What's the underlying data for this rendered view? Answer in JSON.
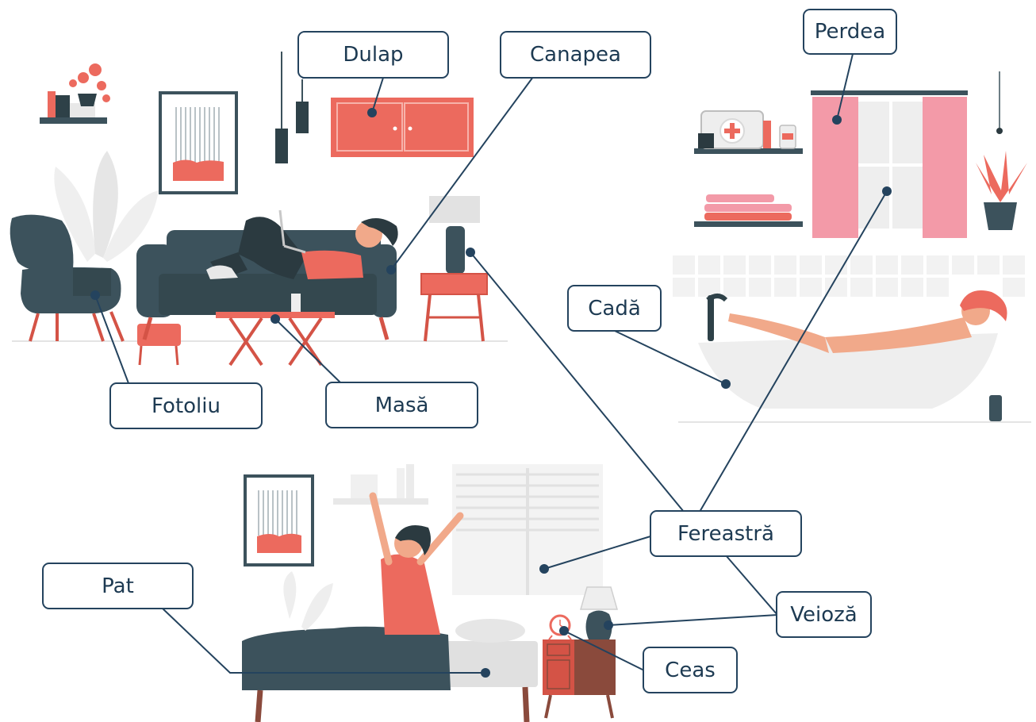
{
  "labels": {
    "dulap": "Dulap",
    "canapea": "Canapea",
    "perdea": "Perdea",
    "cada": "Cadă",
    "fotoliu": "Fotoliu",
    "masa": "Masă",
    "fereastra": "Fereastră",
    "pat": "Pat",
    "veioza": "Veioză",
    "ceas": "Ceas"
  },
  "colors": {
    "line": "#24435e",
    "coral": "#ec6a5e",
    "coral_dark": "#d45346",
    "pink": "#f39aa8",
    "teal": "#3c525c",
    "teal_dark": "#2e4148",
    "light_gray": "#eeeeee",
    "mid_gray": "#d9d9d9",
    "skin": "#f1a98a",
    "wood": "#8a4a3c",
    "dark": "#2b3a40"
  }
}
